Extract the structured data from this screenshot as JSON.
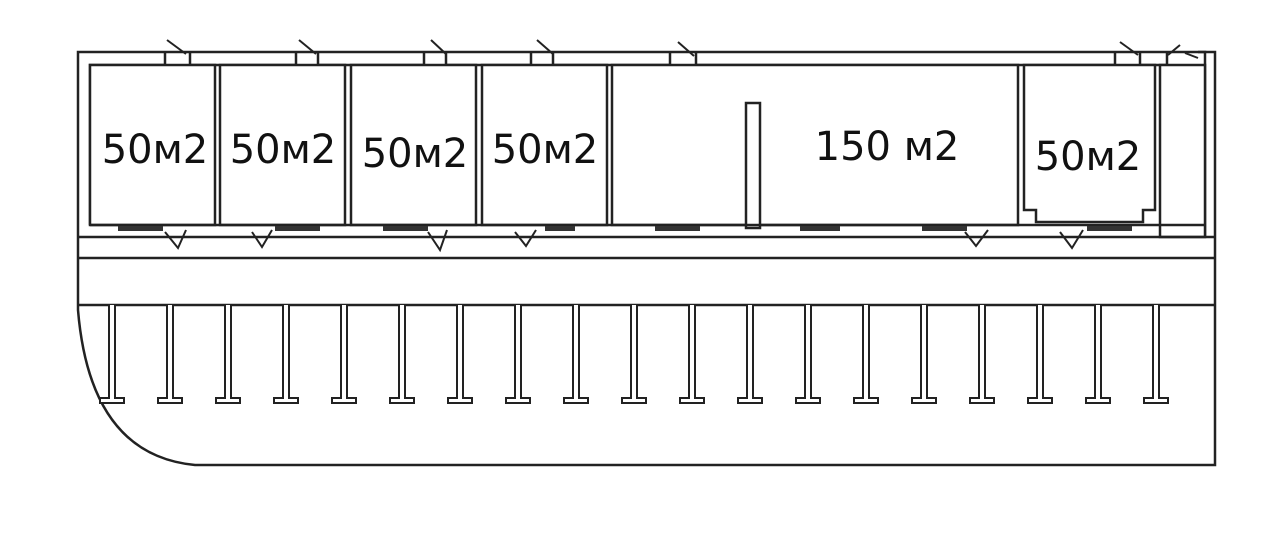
{
  "floor_plan": {
    "rooms": [
      {
        "label": "50м2"
      },
      {
        "label": "50м2"
      },
      {
        "label": "50м2"
      },
      {
        "label": "50м2"
      },
      {
        "label": "150 м2"
      },
      {
        "label": "50м2"
      }
    ],
    "parking_spaces_count": 19
  }
}
